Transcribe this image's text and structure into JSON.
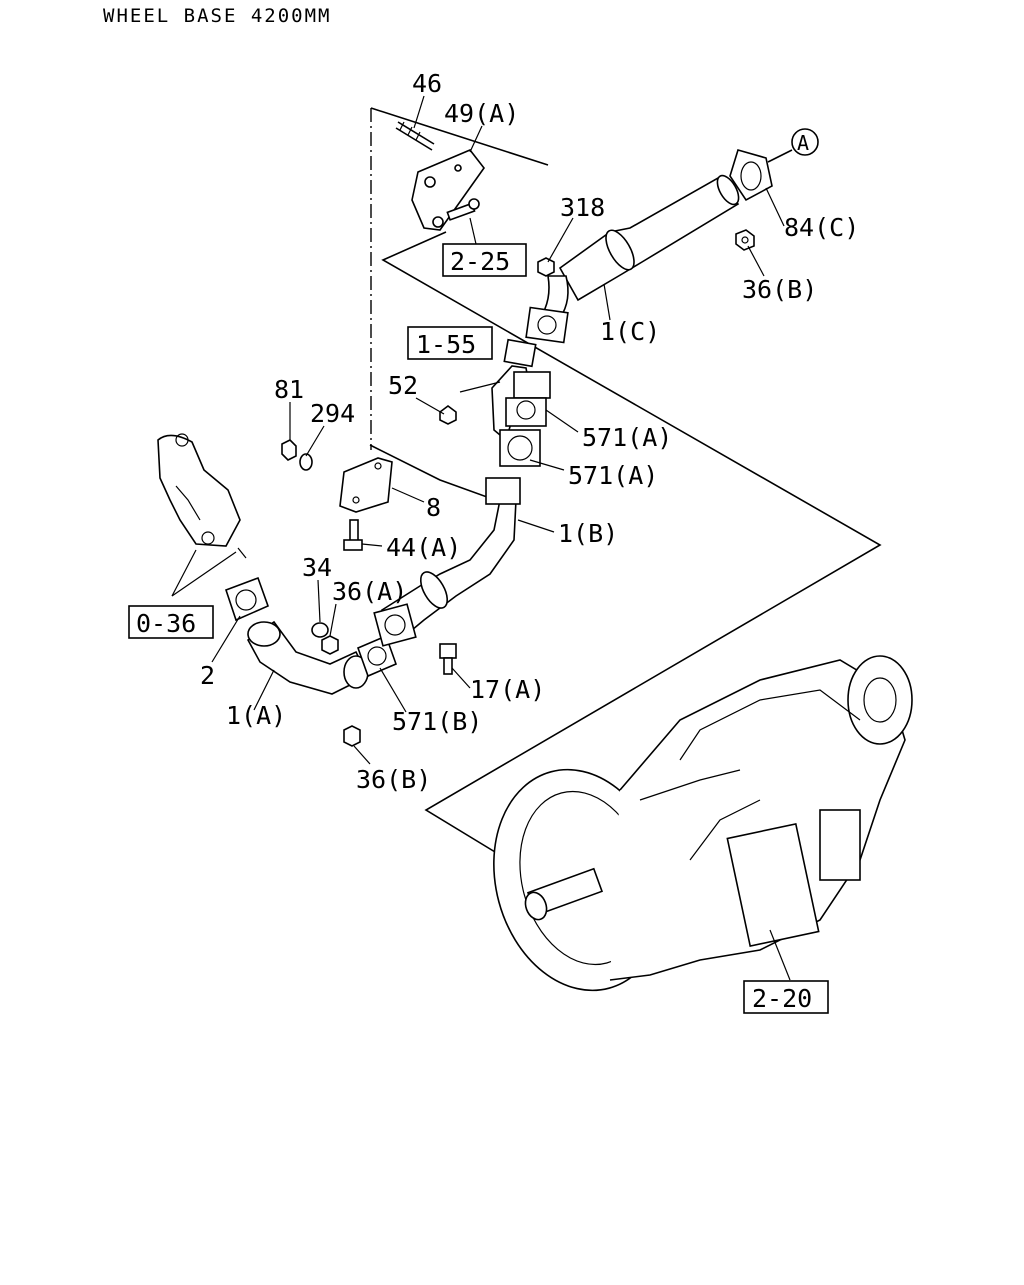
{
  "header": {
    "title": "WHEEL BASE 4200MM"
  },
  "callouts": [
    {
      "key": "p46",
      "label": "46"
    },
    {
      "key": "p49a",
      "label": "49(A)"
    },
    {
      "key": "p318",
      "label": "318"
    },
    {
      "key": "p84c",
      "label": "84(C)"
    },
    {
      "key": "p36b_top",
      "label": "36(B)"
    },
    {
      "key": "p1c",
      "label": "1(C)"
    },
    {
      "key": "p52",
      "label": "52"
    },
    {
      "key": "p81",
      "label": "81"
    },
    {
      "key": "p294",
      "label": "294"
    },
    {
      "key": "p571a_1",
      "label": "571(A)"
    },
    {
      "key": "p571a_2",
      "label": "571(A)"
    },
    {
      "key": "p8",
      "label": "8"
    },
    {
      "key": "p1b",
      "label": "1(B)"
    },
    {
      "key": "p44a",
      "label": "44(A)"
    },
    {
      "key": "p34",
      "label": "34"
    },
    {
      "key": "p36a",
      "label": "36(A)"
    },
    {
      "key": "p2",
      "label": "2"
    },
    {
      "key": "p17a",
      "label": "17(A)"
    },
    {
      "key": "p1a",
      "label": "1(A)"
    },
    {
      "key": "p571b",
      "label": "571(B)"
    },
    {
      "key": "p36b_bottom",
      "label": "36(B)"
    }
  ],
  "references": [
    {
      "key": "r225",
      "label": "2-25"
    },
    {
      "key": "r155",
      "label": "1-55"
    },
    {
      "key": "r036",
      "label": "0-36"
    },
    {
      "key": "r220",
      "label": "2-20"
    }
  ],
  "connector": {
    "label": "A"
  },
  "labels": {
    "p46": "46",
    "p49a": "49(A)",
    "p318": "318",
    "p84c": "84(C)",
    "p36b_top": "36(B)",
    "p1c": "1(C)",
    "p52": "52",
    "p81": "81",
    "p294": "294",
    "p571a_1": "571(A)",
    "p571a_2": "571(A)",
    "p8": "8",
    "p1b": "1(B)",
    "p44a": "44(A)",
    "p34": "34",
    "p36a": "36(A)",
    "p2": "2",
    "p17a": "17(A)",
    "p1a": "1(A)",
    "p571b": "571(B)",
    "p36b_bottom": "36(B)",
    "r225": "2-25",
    "r155": "1-55",
    "r036": "0-36",
    "r220": "2-20"
  }
}
